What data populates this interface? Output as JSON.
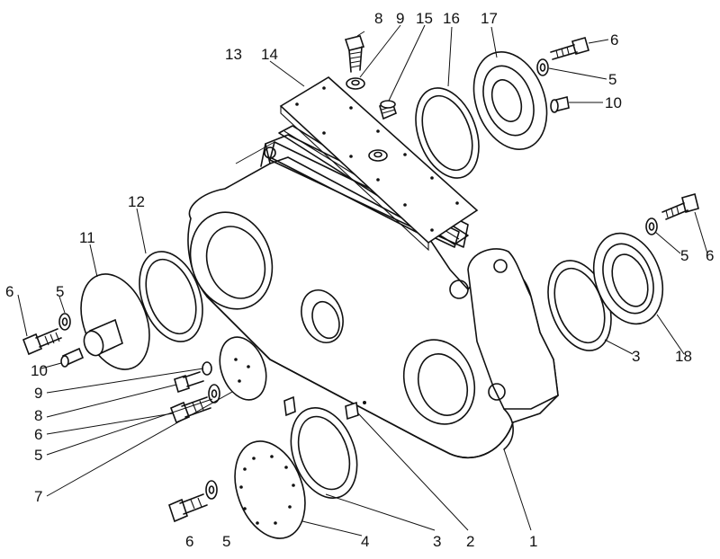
{
  "diagram": {
    "labels": {
      "l1": "1",
      "l2": "2",
      "l3a": "3",
      "l3b": "3",
      "l4": "4",
      "l5a": "5",
      "l5b": "5",
      "l5c": "5",
      "l5d": "5",
      "l5e": "5",
      "l6a": "6",
      "l6b": "6",
      "l6c": "6",
      "l6d": "6",
      "l6e": "6",
      "l7": "7",
      "l8a": "8",
      "l8b": "8",
      "l9a": "9",
      "l9b": "9",
      "l10a": "10",
      "l10b": "10",
      "l11": "11",
      "l12": "12",
      "l13": "13",
      "l14": "14",
      "l15": "15",
      "l16": "16",
      "l17": "17",
      "l18": "18"
    }
  }
}
